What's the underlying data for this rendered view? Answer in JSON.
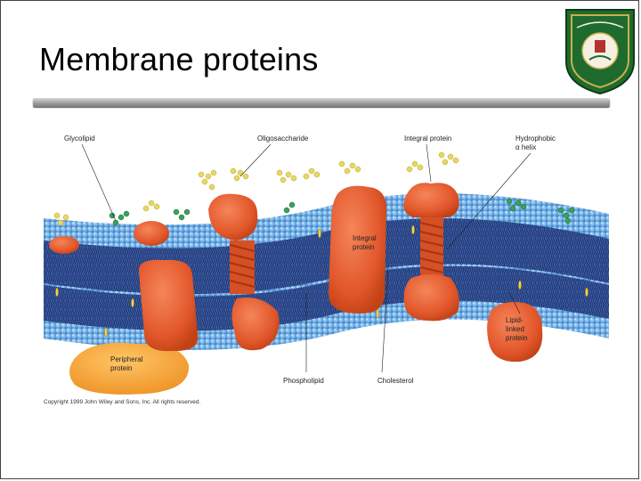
{
  "slide": {
    "title": "Membrane proteins",
    "logo_icon": "university-seal-icon"
  },
  "diagram": {
    "labels": {
      "glycolipid": "Glycolipid",
      "oligosaccharide": "Oligosaccharide",
      "integral_protein_top": "Integral protein",
      "hydrophobic_line1": "Hydrophobic",
      "hydrophobic_line2": "α helix",
      "integral_inner_line1": "Integral",
      "integral_inner_line2": "protein",
      "lipid_line1": "Lipid-",
      "lipid_line2": "linked",
      "lipid_line3": "protein",
      "peripheral_line1": "Peripheral",
      "peripheral_line2": "protein",
      "phospholipid": "Phospholipid",
      "cholesterol": "Cholesterol"
    },
    "colors": {
      "head_groups": "#5b9bd5",
      "bilayer_core": "#3d5fa8",
      "protein": "#e2572b",
      "peripheral": "#f3a23a",
      "sugar_yellow": "#e8d860",
      "sugar_green": "#3aa05a"
    }
  },
  "footer": {
    "copyright": "Copyright 1999 John Wiley and Sons, Inc. All rights reserved."
  }
}
